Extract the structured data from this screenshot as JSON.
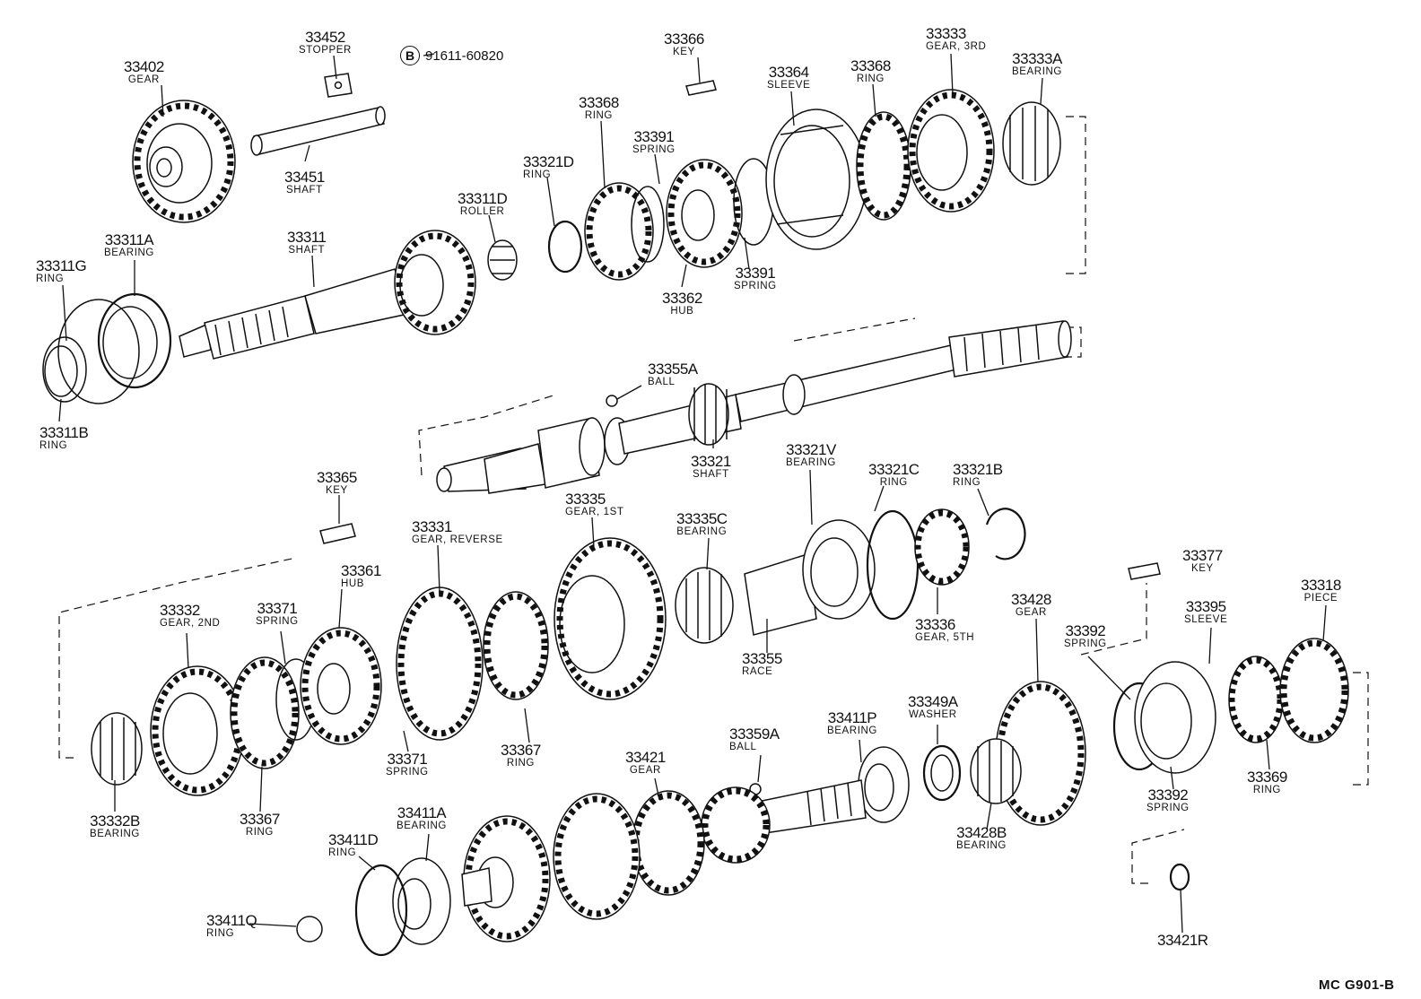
{
  "figure_code": "MC  G901-B",
  "bolt_note": {
    "symbol": "B",
    "text": "91611-60820"
  },
  "callouts": {
    "p33402": {
      "number": "33402",
      "name": "GEAR"
    },
    "p33452": {
      "number": "33452",
      "name": "STOPPER"
    },
    "p33451": {
      "number": "33451",
      "name": "SHAFT"
    },
    "p33311A": {
      "number": "33311A",
      "name": "BEARING"
    },
    "p33311G": {
      "number": "33311G",
      "name": "RING"
    },
    "p33311B": {
      "number": "33311B",
      "name": "RING"
    },
    "p33311": {
      "number": "33311",
      "name": "SHAFT"
    },
    "p33311D": {
      "number": "33311D",
      "name": "ROLLER"
    },
    "p33321D": {
      "number": "33321D",
      "name": "RING"
    },
    "p33368a": {
      "number": "33368",
      "name": "RING"
    },
    "p33366": {
      "number": "33366",
      "name": "KEY"
    },
    "p33391a": {
      "number": "33391",
      "name": "SPRING"
    },
    "p33362": {
      "number": "33362",
      "name": "HUB"
    },
    "p33391b": {
      "number": "33391",
      "name": "SPRING"
    },
    "p33364": {
      "number": "33364",
      "name": "SLEEVE"
    },
    "p33368b": {
      "number": "33368",
      "name": "RING"
    },
    "p33333": {
      "number": "33333",
      "name": "GEAR, 3RD"
    },
    "p33333A": {
      "number": "33333A",
      "name": "BEARING"
    },
    "p33355A": {
      "number": "33355A",
      "name": "BALL"
    },
    "p33321": {
      "number": "33321",
      "name": "SHAFT"
    },
    "p33365": {
      "number": "33365",
      "name": "KEY"
    },
    "p33331": {
      "number": "33331",
      "name": "GEAR, REVERSE"
    },
    "p33335": {
      "number": "33335",
      "name": "GEAR, 1ST"
    },
    "p33335C": {
      "number": "33335C",
      "name": "BEARING"
    },
    "p33321V": {
      "number": "33321V",
      "name": "BEARING"
    },
    "p33321C": {
      "number": "33321C",
      "name": "RING"
    },
    "p33321B": {
      "number": "33321B",
      "name": "RING"
    },
    "p33361": {
      "number": "33361",
      "name": "HUB"
    },
    "p33332": {
      "number": "33332",
      "name": "GEAR, 2ND"
    },
    "p33371a": {
      "number": "33371",
      "name": "SPRING"
    },
    "p33371b": {
      "number": "33371",
      "name": "SPRING"
    },
    "p33367a": {
      "number": "33367",
      "name": "RING"
    },
    "p33367b": {
      "number": "33367",
      "name": "RING"
    },
    "p33355": {
      "number": "33355",
      "name": "RACE"
    },
    "p33336": {
      "number": "33336",
      "name": "GEAR, 5TH"
    },
    "p33332B": {
      "number": "33332B",
      "name": "BEARING"
    },
    "p33377": {
      "number": "33377",
      "name": "KEY"
    },
    "p33318": {
      "number": "33318",
      "name": "PIECE"
    },
    "p33428": {
      "number": "33428",
      "name": "GEAR"
    },
    "p33395": {
      "number": "33395",
      "name": "SLEEVE"
    },
    "p33392a": {
      "number": "33392",
      "name": "SPRING"
    },
    "p33392b": {
      "number": "33392",
      "name": "SPRING"
    },
    "p33369": {
      "number": "33369",
      "name": "RING"
    },
    "p33349A": {
      "number": "33349A",
      "name": "WASHER"
    },
    "p33411P": {
      "number": "33411P",
      "name": "BEARING"
    },
    "p33359A": {
      "number": "33359A",
      "name": "BALL"
    },
    "p33421": {
      "number": "33421",
      "name": "GEAR"
    },
    "p33428B": {
      "number": "33428B",
      "name": "BEARING"
    },
    "p33411A": {
      "number": "33411A",
      "name": "BEARING"
    },
    "p33411D": {
      "number": "33411D",
      "name": "RING"
    },
    "p33411Q": {
      "number": "33411Q",
      "name": "RING"
    },
    "p33421R": {
      "number": "33421R",
      "name": ""
    }
  }
}
